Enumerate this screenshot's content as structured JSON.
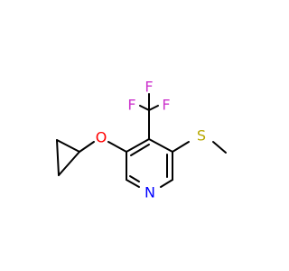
{
  "molecule": {
    "atom_labels": {
      "fluorine_top": "F",
      "fluorine_left": "F",
      "fluorine_right": "F",
      "oxygen": "O",
      "sulfur": "S",
      "nitrogen": "N"
    },
    "element_colors": {
      "F": "#cc33cc",
      "O": "#ff0000",
      "S": "#b8a800",
      "N": "#0000ff",
      "C": "#000000"
    }
  }
}
